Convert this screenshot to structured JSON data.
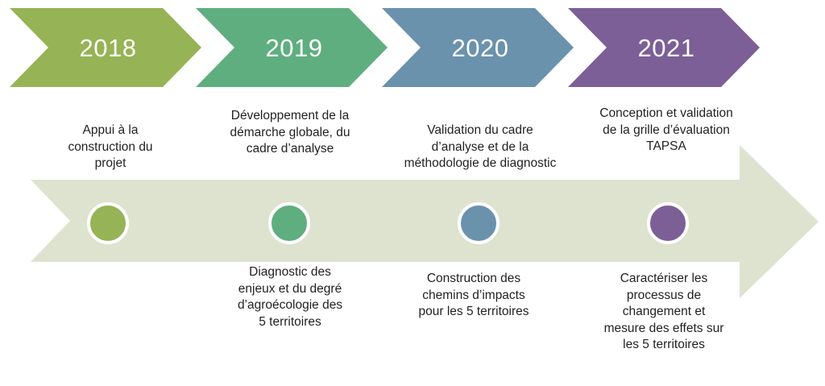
{
  "diagram": {
    "title_years": [
      {
        "year_label": "2018",
        "color": "#96b355"
      },
      {
        "year_label": "2019",
        "color": "#5fae7f"
      },
      {
        "year_label": "2020",
        "color": "#6a92ac"
      },
      {
        "year_label": "2021",
        "color": "#7c5f96"
      }
    ],
    "arrow_band_color": "#dee3d0",
    "captions_above": [
      "Appui à la\nconstruction du\nprojet",
      "Développement de la\ndémarche globale, du\ncadre d’analyse",
      "Validation du cadre\nd’analyse et de la\nméthodologie de diagnostic",
      "Conception et validation\nde la grille d’évaluation\nTAPSA"
    ],
    "captions_below": [
      "",
      "Diagnostic des\nenjeux et du degré\nd’agroécologie des\n5 territoires",
      "Construction des\nchemins d’impacts\npour les 5 territoires",
      "Caractériser les\nprocessus de\nchangement et\nmesure des effets sur\nles 5 territoires"
    ],
    "milestone_colors": [
      "#96b355",
      "#5fae7f",
      "#6a92ac",
      "#7c5f96"
    ]
  }
}
